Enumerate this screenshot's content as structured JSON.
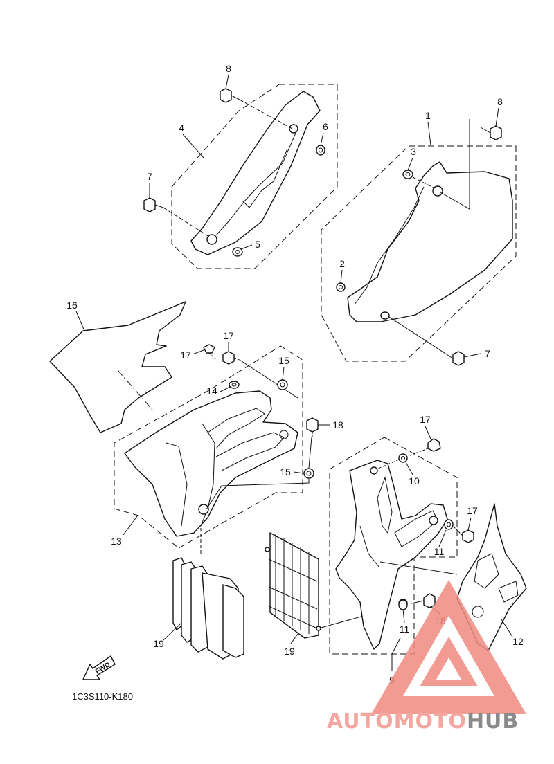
{
  "diagram_code": "1C3S110-K180",
  "fwd_label": "FWD",
  "watermark": {
    "part1": "AUTO",
    "part2": "MOTO",
    "part3": "HUB",
    "color_main": "#f4a7a0",
    "color_dark": "#8a8a8a",
    "color_triangle": "#f08a80"
  },
  "callouts": {
    "n1": "1",
    "n2": "2",
    "n3": "3",
    "n4": "4",
    "n5": "5",
    "n6": "6",
    "n7a": "7",
    "n7b": "7",
    "n8a": "8",
    "n8b": "8",
    "n9": "9",
    "n10": "10",
    "n11a": "11",
    "n11b": "11",
    "n12": "12",
    "n13": "13",
    "n14": "14",
    "n15a": "15",
    "n15b": "15",
    "n16": "16",
    "n17a": "17",
    "n17b": "17",
    "n17c": "17",
    "n17d": "17",
    "n18a": "18",
    "n18b": "18",
    "n19a": "19",
    "n19b": "19"
  }
}
